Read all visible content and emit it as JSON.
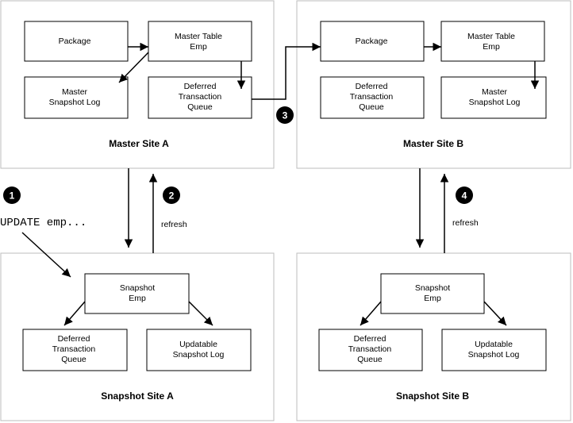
{
  "sites": {
    "master_a": {
      "title": "Master Site A",
      "package": "Package",
      "master_table": [
        "Master Table",
        "Emp"
      ],
      "snapshot_log": [
        "Master",
        "Snapshot Log"
      ],
      "deferred_queue": [
        "Deferred",
        "Transaction",
        "Queue"
      ]
    },
    "master_b": {
      "title": "Master Site B",
      "package": "Package",
      "master_table": [
        "Master Table",
        "Emp"
      ],
      "snapshot_log": [
        "Master",
        "Snapshot Log"
      ],
      "deferred_queue": [
        "Deferred",
        "Transaction",
        "Queue"
      ]
    },
    "snapshot_a": {
      "title": "Snapshot Site A",
      "snapshot": [
        "Snapshot",
        "Emp"
      ],
      "deferred_queue": [
        "Deferred",
        "Transaction",
        "Queue"
      ],
      "updatable_log": [
        "Updatable",
        "Snapshot Log"
      ]
    },
    "snapshot_b": {
      "title": "Snapshot Site B",
      "snapshot": [
        "Snapshot",
        "Emp"
      ],
      "deferred_queue": [
        "Deferred",
        "Transaction",
        "Queue"
      ],
      "updatable_log": [
        "Updatable",
        "Snapshot Log"
      ]
    }
  },
  "statement": "UPDATE emp...",
  "refresh_label": "refresh",
  "steps": [
    "1",
    "2",
    "3",
    "4"
  ]
}
